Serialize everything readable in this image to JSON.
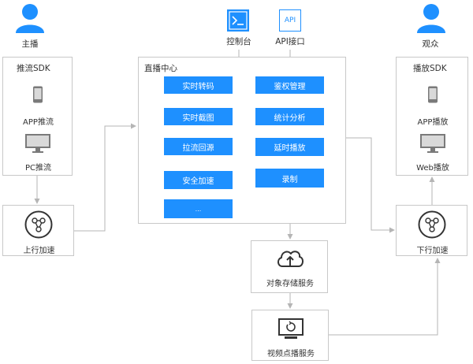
{
  "actors": {
    "anchor": "主播",
    "viewer": "观众"
  },
  "top_tools": {
    "console": "控制台",
    "api_icon_text": "API",
    "api": "API接口"
  },
  "push_sdk": {
    "title": "推流SDK",
    "app": "APP推流",
    "pc": "PC推流"
  },
  "uplink": {
    "label": "上行加速"
  },
  "live_center": {
    "title": "直播中心",
    "left_buttons": [
      "实时转码",
      "实时截图",
      "拉流回源",
      "安全加速",
      "..."
    ],
    "right_buttons": [
      "鉴权管理",
      "统计分析",
      "延时播放",
      "录制"
    ]
  },
  "storage": {
    "label": "对象存储服务"
  },
  "vod": {
    "label": "视频点播服务"
  },
  "downlink": {
    "label": "下行加速"
  },
  "play_sdk": {
    "title": "播放SDK",
    "app": "APP播放",
    "web": "Web播放"
  },
  "colors": {
    "accent": "#1e90ff",
    "border": "#c8c8c8",
    "arrow": "#b5b5b5"
  }
}
